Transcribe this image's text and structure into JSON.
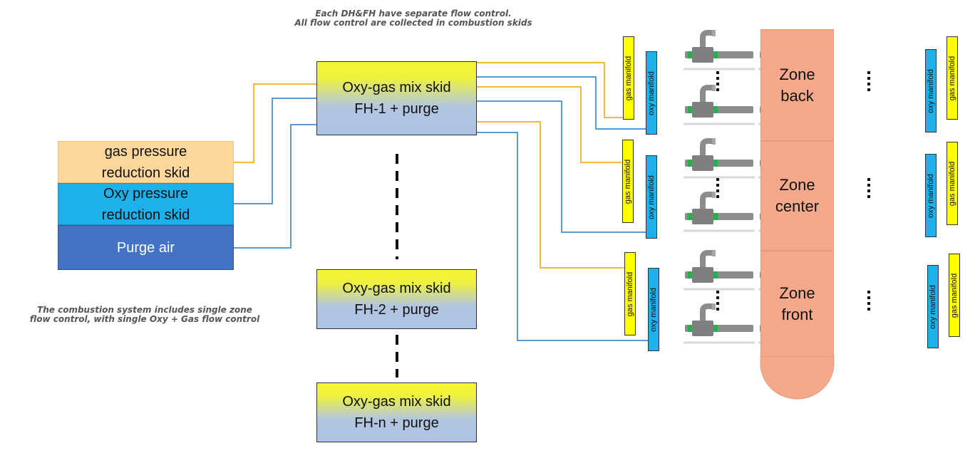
{
  "notes": {
    "top_line1": "Each DH&FH have separate flow control.",
    "top_line2": "All flow control are collected in combustion skids",
    "bottom_line1": "The combustion system includes single zone",
    "bottom_line2": "flow control, with single Oxy + Gas flow control"
  },
  "supply": {
    "gas_line1": "gas pressure",
    "gas_line2": "reduction skid",
    "oxy_line1": "Oxy pressure",
    "oxy_line2": "reduction skid",
    "purge": "Purge air"
  },
  "skids": [
    {
      "line1": "Oxy-gas mix skid",
      "line2": "FH-1 + purge"
    },
    {
      "line1": "Oxy-gas mix skid",
      "line2": "FH-2 + purge"
    },
    {
      "line1": "Oxy-gas mix skid",
      "line2": "FH-n + purge"
    }
  ],
  "manifolds": {
    "gas": "gas manifold",
    "oxy": "oxy manifold"
  },
  "zones": [
    {
      "line1": "Zone",
      "line2": "back"
    },
    {
      "line1": "Zone",
      "line2": "center"
    },
    {
      "line1": "Zone",
      "line2": "front"
    }
  ],
  "colors": {
    "gas_line": "#f6b93b",
    "oxy_line": "#5b9bd5",
    "gas_box": "#fdd89a",
    "oxy_box": "#1eb0ea",
    "purge_box": "#4472c4",
    "manifold_gas": "#ffff00",
    "manifold_oxy": "#1eb0ea",
    "zone": "#f5a98a"
  }
}
